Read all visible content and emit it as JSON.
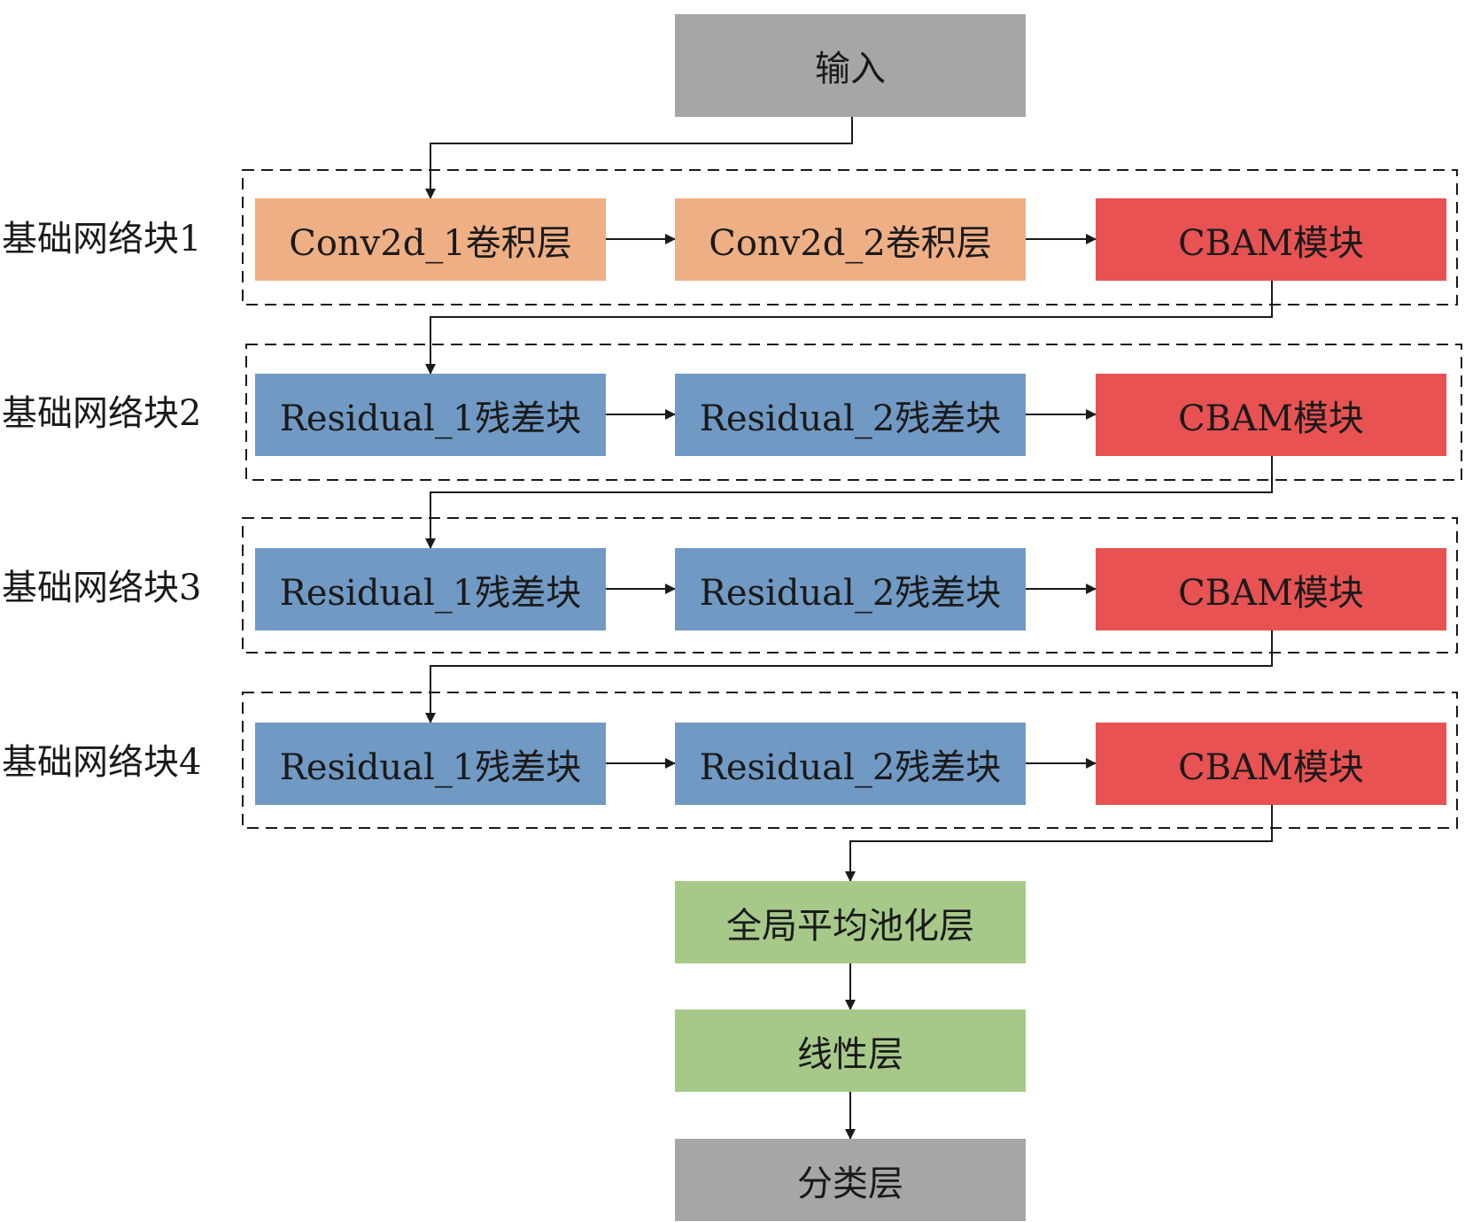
{
  "colors": {
    "io": "#a6a6a6",
    "conv": "#eeaf84",
    "residual": "#7099c3",
    "cbam": "#e85252",
    "head": "#a6c98a",
    "line": "#1a1a1a"
  },
  "input": {
    "label": "输入"
  },
  "blocks": [
    {
      "label": "基础网络块1",
      "nodes": [
        "Conv2d_1卷积层",
        "Conv2d_2卷积层",
        "CBAM模块"
      ],
      "types": [
        "conv",
        "conv",
        "cbam"
      ]
    },
    {
      "label": "基础网络块2",
      "nodes": [
        "Residual_1残差块",
        "Residual_2残差块",
        "CBAM模块"
      ],
      "types": [
        "residual",
        "residual",
        "cbam"
      ]
    },
    {
      "label": "基础网络块3",
      "nodes": [
        "Residual_1残差块",
        "Residual_2残差块",
        "CBAM模块"
      ],
      "types": [
        "residual",
        "residual",
        "cbam"
      ]
    },
    {
      "label": "基础网络块4",
      "nodes": [
        "Residual_1残差块",
        "Residual_2残差块",
        "CBAM模块"
      ],
      "types": [
        "residual",
        "residual",
        "cbam"
      ]
    }
  ],
  "head": [
    {
      "label": "全局平均池化层",
      "type": "head"
    },
    {
      "label": "线性层",
      "type": "head"
    },
    {
      "label": "分类层",
      "type": "io"
    }
  ]
}
